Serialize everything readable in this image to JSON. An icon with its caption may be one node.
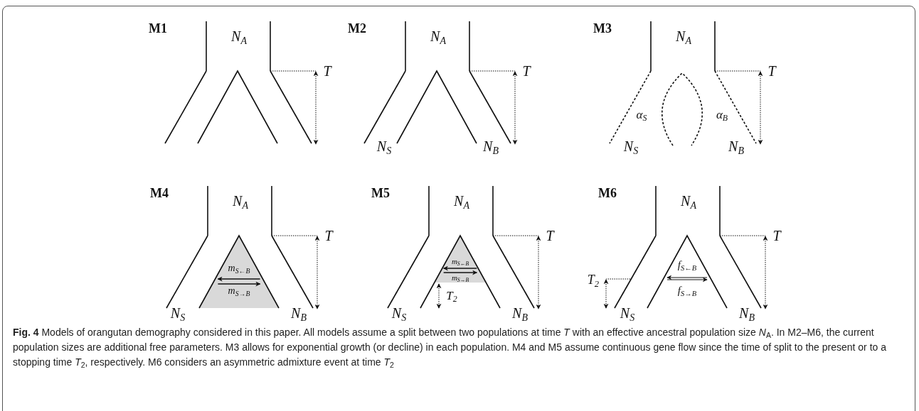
{
  "diagram": {
    "caption": "**Fig. 4** Models of orangutan demography considered in this paper. All models assume a split between two populations at time *T* with an effective ancestral population size *N*$_{A}$. In M2–M6, the current population sizes are additional free parameters. M3 allows for exponential growth (or decline) in each population. M4 and M5 assume continuous gene flow since the time of split to the present or to a stopping time *T*$_{2}$, respectively. M6 considers an asymmetric admixture event at time *T*$_{2}$",
    "labels": [
      "M1",
      "N$_{A}$",
      "T",
      "M2",
      "N$_{A}$",
      "T",
      "N$_{S}$",
      "N$_{B}$",
      "M3",
      "N$_{A}$",
      "T",
      "α$_{S}$",
      "α$_{B}$",
      "N$_{S}$",
      "N$_{B}$",
      "M4",
      "N$_{A}$",
      "T",
      "m$_{S←B}$",
      "m$_{S→B}$",
      "N$_{S}$",
      "N$_{B}$",
      "M5",
      "N$_{A}$",
      "T",
      "m$_{S←B}$",
      "m$_{S→B}$",
      "T$_{2}$",
      "N$_{S}$",
      "N$_{B}$",
      "M6",
      "N$_{A}$",
      "T",
      "f$_{S←B}$",
      "T$_{2}$",
      "f$_{S→B}$",
      "N$_{S}$",
      "N$_{B}$"
    ]
  }
}
